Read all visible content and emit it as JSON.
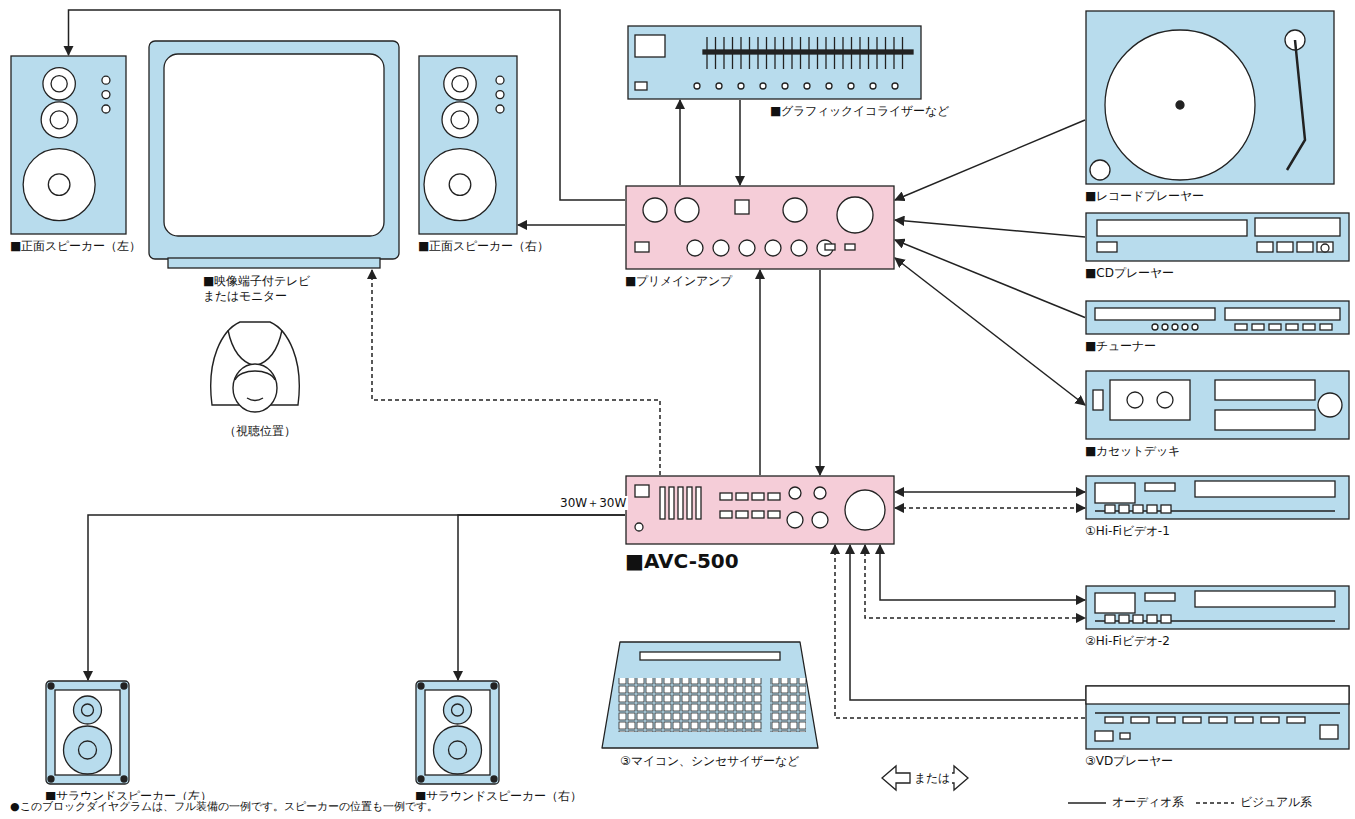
{
  "diagram": {
    "nodes": [
      {
        "text": [
          "■正面スピーカー（左）"
        ]
      },
      {
        "text": [
          "■映像端子付テレビ またはモニター"
        ]
      },
      {
        "text": [
          "■正面スピーカー（右）"
        ]
      },
      {
        "text": [
          "■グラフィックイコライザーなど"
        ]
      },
      {
        "text": [
          "■プリメインアンプ"
        ]
      },
      {
        "text": [
          "■レコードプレーヤー"
        ]
      },
      {
        "text": [
          "■CDプレーヤー"
        ]
      },
      {
        "text": [
          "■チューナー"
        ]
      },
      {
        "text": [
          "■カセットデッキ"
        ]
      },
      {
        "text": [
          "■AVC-500"
        ]
      },
      {
        "text": [
          "①Hi-Fiビデオ-1"
        ]
      },
      {
        "text": [
          "②Hi-Fiビデオ-2"
        ]
      },
      {
        "text": [
          "③VDプレーヤー"
        ]
      },
      {
        "text": [
          "■サラウンドスピーカー（左）"
        ]
      },
      {
        "text": [
          "■サラウンドスピーカー（右）"
        ]
      },
      {
        "text": [
          "③マイコン、シンセサイザーなど"
        ]
      }
    ],
    "edges": [
      {
        "from": 4,
        "to": 0,
        "arrow": "to"
      },
      {
        "from": 4,
        "to": 2,
        "arrow": "to"
      },
      {
        "from": 4,
        "to": 3,
        "arrow": "to"
      },
      {
        "from": 3,
        "to": 4,
        "arrow": "to"
      },
      {
        "from": 5,
        "to": 4,
        "arrow": "to"
      },
      {
        "from": 6,
        "to": 4,
        "arrow": "to"
      },
      {
        "from": 7,
        "to": 4,
        "arrow": "to"
      },
      {
        "from": 8,
        "to": 4,
        "arrow": "both"
      },
      {
        "from": 9,
        "to": 4,
        "arrow": "to"
      },
      {
        "from": 4,
        "to": 9,
        "arrow": "to"
      },
      {
        "from": 9,
        "to": 1,
        "arrow": "to"
      },
      {
        "from": 9,
        "to": 10,
        "arrow": "both"
      },
      {
        "from": 9,
        "to": 10,
        "arrow": "both"
      },
      {
        "from": 9,
        "to": 11,
        "arrow": "both"
      },
      {
        "from": 9,
        "to": 11,
        "arrow": "both"
      },
      {
        "from": 12,
        "to": 9,
        "arrow": "to"
      },
      {
        "from": 12,
        "to": 9,
        "arrow": "to"
      },
      {
        "from": 9,
        "to": 13,
        "label": "30W＋30W",
        "arrow": "to"
      },
      {
        "from": 9,
        "to": 14,
        "arrow": "to"
      }
    ],
    "labels": [
      "（視聴位置）",
      "または",
      "●このブロックダイヤグラムは、フル装備の一例です。スピーカーの位置も一例です。"
    ],
    "legend": [
      {
        "text": "オーディオ系"
      },
      {
        "text": "ビジュアル系"
      }
    ]
  }
}
